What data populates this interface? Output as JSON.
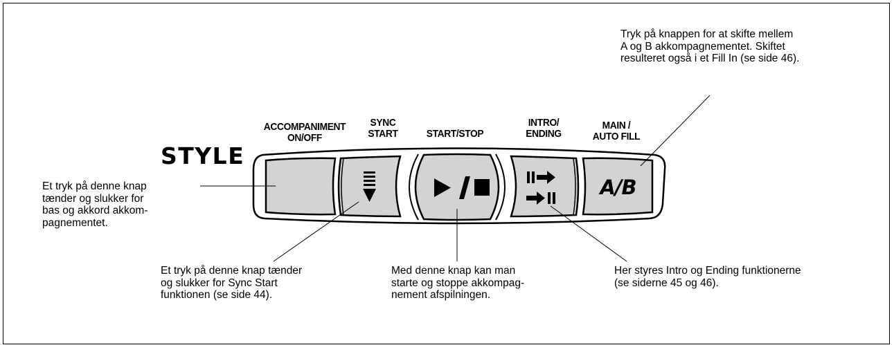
{
  "panel": {
    "title": "STYLE",
    "buttons": {
      "accompaniment_label": "ACCOMPANIMENT\nON/OFF",
      "sync_start_label": "SYNC\nSTART",
      "start_stop_label": "START/STOP",
      "intro_ending_label": "INTRO/\nENDING",
      "main_auto_fill_label": "MAIN /\nAUTO FILL",
      "ab_symbol": "A/B"
    }
  },
  "callouts": {
    "accompaniment": "Et tryk på denne knap\ntænder og slukker for\nbas og akkord akkom-\npagnementet.",
    "sync_start": "Et tryk på denne knap tænder\nog slukker for Sync Start\nfunktionen (se side 44).",
    "start_stop": "Med denne knap kan man\nstarte og stoppe akkompag-\nnement afspilningen.",
    "intro_ending": "Her styres Intro og Ending funktionerne\n(se siderne 45 og 46).",
    "main_auto_fill": "Tryk på knappen for at skifte mellem\nA og B akkompagnementet. Skiftet\nresulteret også i et Fill In (se side 46)."
  },
  "icons": [
    "sync-start-icon",
    "play-stop-icon",
    "intro-ending-icon"
  ],
  "colors": {
    "button_fill": "#d3d3d3",
    "ink": "#000000",
    "background": "#ffffff"
  }
}
